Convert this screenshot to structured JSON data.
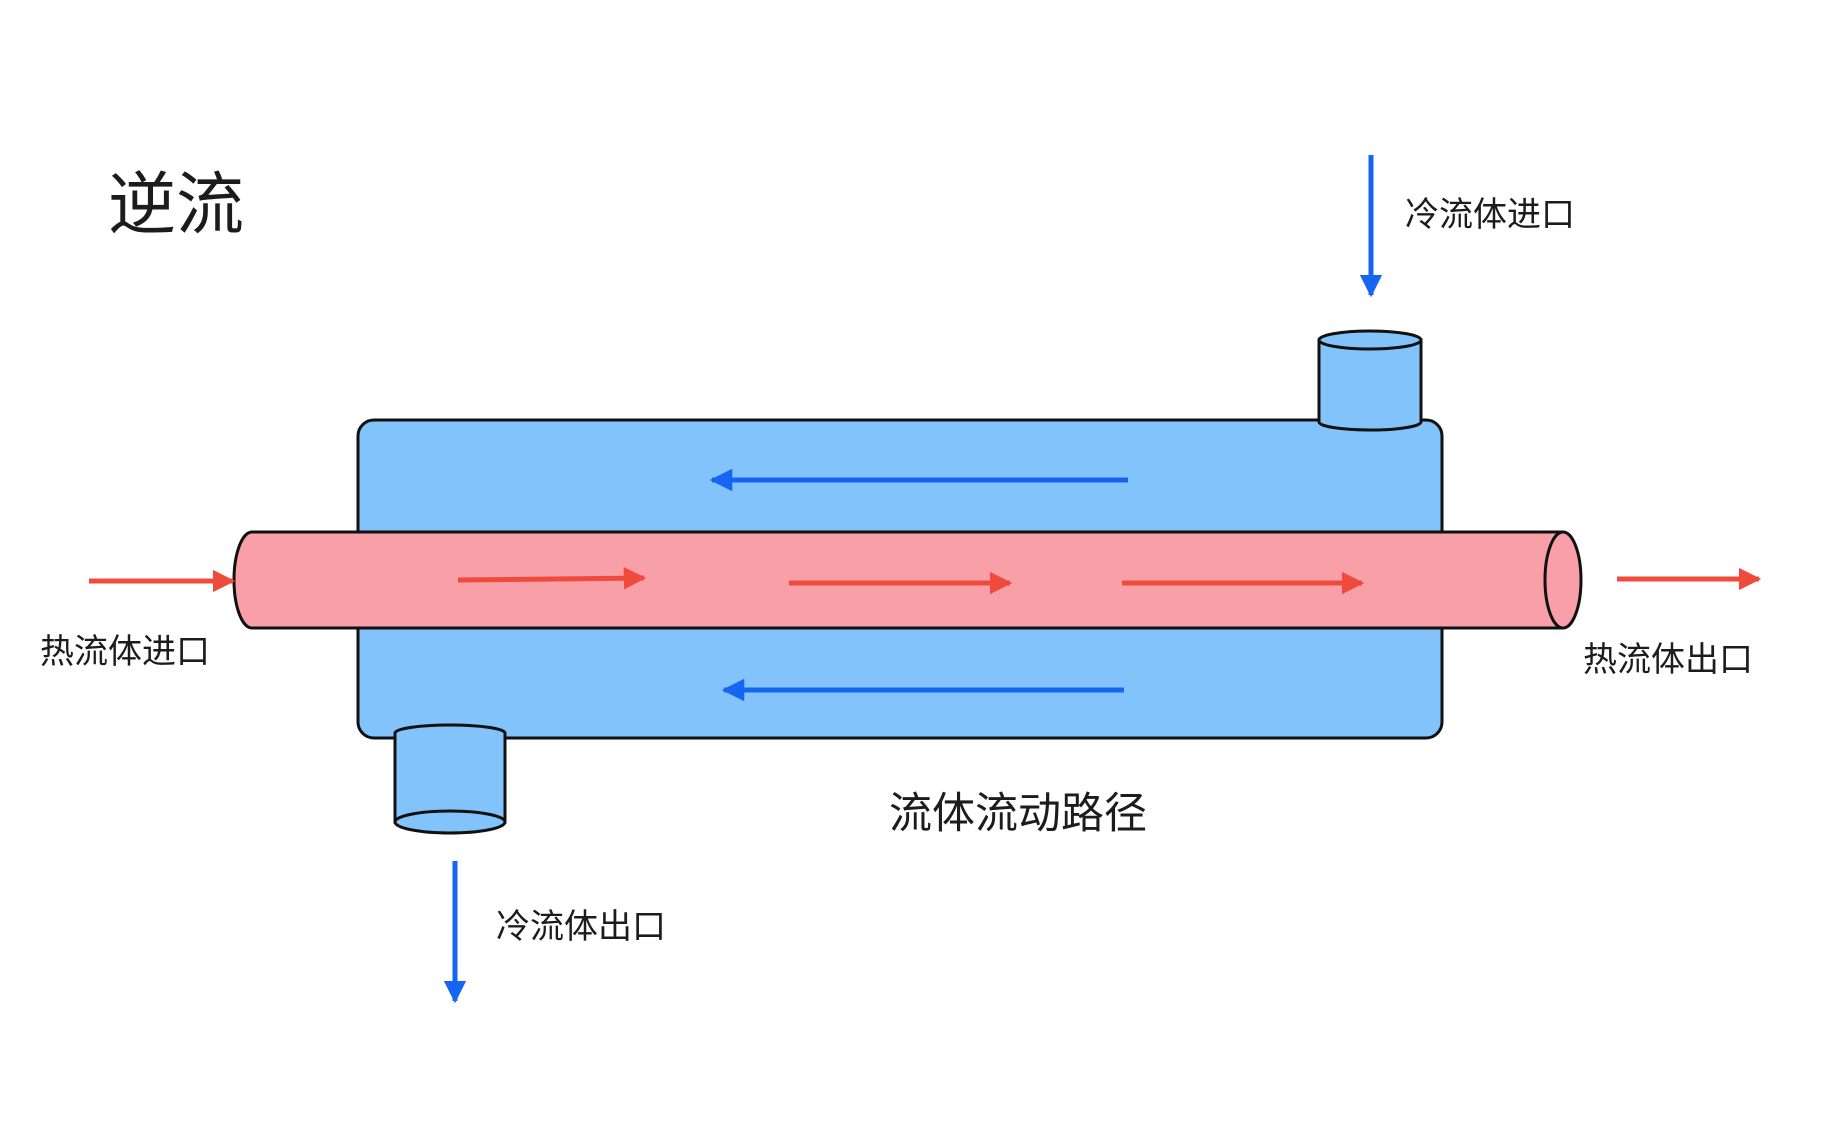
{
  "title": "逆流",
  "labels": {
    "cold_inlet": "冷流体进口",
    "cold_outlet": "冷流体出口",
    "hot_inlet": "热流体进口",
    "hot_outlet": "热流体出口",
    "flow_path": "流体流动路径"
  },
  "colors": {
    "shell_fill": "#82c3fc",
    "tube_fill": "#f99fa7",
    "cold_arrow": "#1565f0",
    "hot_arrow": "#ef4b3c",
    "outline": "#111111"
  },
  "flow": {
    "type": "counter-flow",
    "hot_direction": "left-to-right",
    "cold_direction": "right-to-left"
  }
}
